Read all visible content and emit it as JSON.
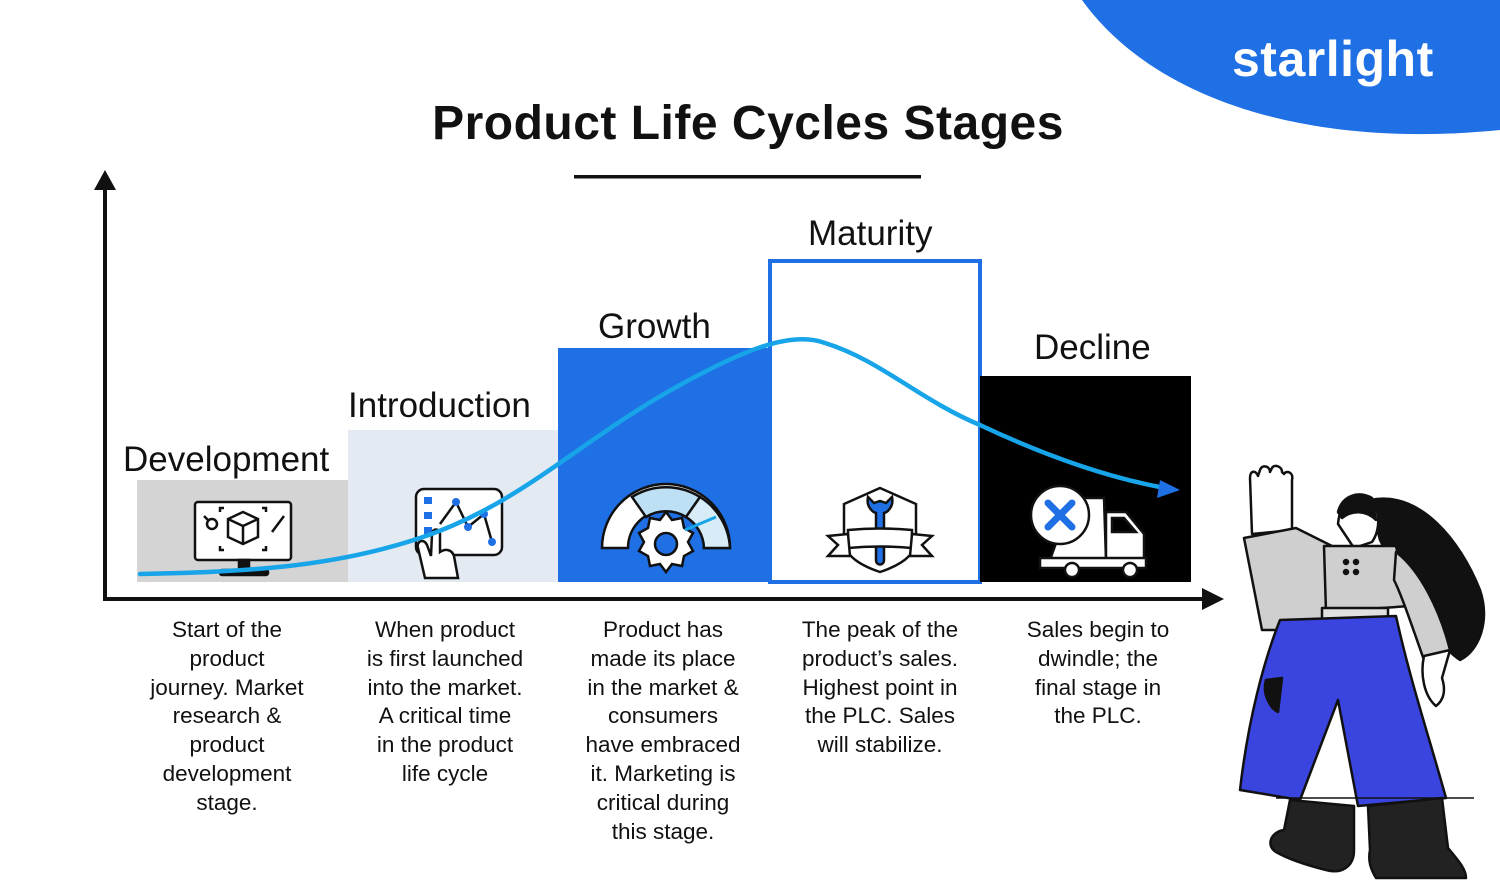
{
  "brand": {
    "name": "starlight",
    "color": "#1f6fe5"
  },
  "title": "Product Life Cycles Stages",
  "colors": {
    "curve": "#17a4e8",
    "development_fill": "#d4d4d4",
    "introduction_fill": "#e3eaf2",
    "growth_fill": "#1f6fe5",
    "maturity_border": "#1f6fe5",
    "decline_fill": "#000000"
  },
  "stages": [
    {
      "label": "Development",
      "icon": "monitor-cube-icon",
      "description": "Start of the product journey. Market research & product development stage.",
      "lines": [
        "Start of the",
        "product",
        "journey. Market",
        "research &",
        "product",
        "development",
        "stage."
      ]
    },
    {
      "label": "Introduction",
      "icon": "touch-chart-icon",
      "description": "When product is first launched into the market. A critical time in the product life cycle",
      "lines": [
        "When product",
        "is first launched",
        "into the market.",
        "A critical time",
        "in the product",
        "life cycle"
      ]
    },
    {
      "label": "Growth",
      "icon": "gear-gauge-icon",
      "description": "Product has made its place in the market & consumers have embraced it. Marketing is critical during this stage.",
      "lines": [
        "Product has",
        "made its place",
        "in the market &",
        "consumers",
        "have embraced",
        "it. Marketing is",
        "critical during",
        "this stage."
      ]
    },
    {
      "label": "Maturity",
      "icon": "wrench-shield-icon",
      "description": "The peak of the product’s sales. Highest point in the PLC. Sales will stabilize.",
      "lines": [
        "The peak of the",
        "product’s sales.",
        "Highest point in",
        "the PLC. Sales",
        "will stabilize."
      ]
    },
    {
      "label": "Decline",
      "icon": "cancel-truck-icon",
      "description": "Sales begin to dwindle; the final stage in the PLC.",
      "lines": [
        "Sales begin to",
        "dwindle; the",
        "final stage in",
        "the PLC."
      ]
    }
  ],
  "illustration": {
    "icon": "waving-woman-illustration"
  }
}
